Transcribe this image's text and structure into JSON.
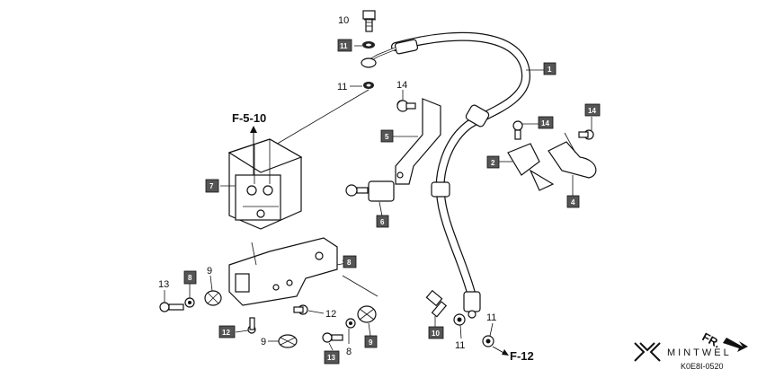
{
  "callouts": [
    {
      "id": "c1",
      "text": "1",
      "boxed": true
    },
    {
      "id": "c2",
      "text": "2",
      "boxed": true
    },
    {
      "id": "c4",
      "text": "4",
      "boxed": true
    },
    {
      "id": "c5",
      "text": "5",
      "boxed": true
    },
    {
      "id": "c6",
      "text": "6",
      "boxed": true
    },
    {
      "id": "c7",
      "text": "7",
      "boxed": true
    },
    {
      "id": "c8a",
      "text": "8",
      "boxed": true
    },
    {
      "id": "c8b",
      "text": "8",
      "boxed": false
    },
    {
      "id": "c8c",
      "text": "8",
      "boxed": true
    },
    {
      "id": "c9a",
      "text": "9",
      "boxed": false
    },
    {
      "id": "c9b",
      "text": "9",
      "boxed": false
    },
    {
      "id": "c9c",
      "text": "9",
      "boxed": true
    },
    {
      "id": "c10a",
      "text": "10",
      "boxed": false
    },
    {
      "id": "c10b",
      "text": "10",
      "boxed": true
    },
    {
      "id": "c11a",
      "text": "11",
      "boxed": true
    },
    {
      "id": "c11b",
      "text": "11",
      "boxed": false
    },
    {
      "id": "c11c",
      "text": "11",
      "boxed": false
    },
    {
      "id": "c11d",
      "text": "11",
      "boxed": false
    },
    {
      "id": "c12a",
      "text": "12",
      "boxed": false
    },
    {
      "id": "c12b",
      "text": "12",
      "boxed": true
    },
    {
      "id": "c13a",
      "text": "13",
      "boxed": false
    },
    {
      "id": "c13b",
      "text": "13",
      "boxed": true
    },
    {
      "id": "c14a",
      "text": "14",
      "boxed": false
    },
    {
      "id": "c14b",
      "text": "14",
      "boxed": true
    },
    {
      "id": "c14c",
      "text": "14",
      "boxed": true
    }
  ],
  "references": {
    "top": "F-5-10",
    "bottom": "F-12"
  },
  "brand": {
    "name": "MINTWEL",
    "direction": "FR.",
    "code": "K0E8I-0520"
  },
  "colors": {
    "box_fill": "#555555",
    "line": "#111111"
  }
}
